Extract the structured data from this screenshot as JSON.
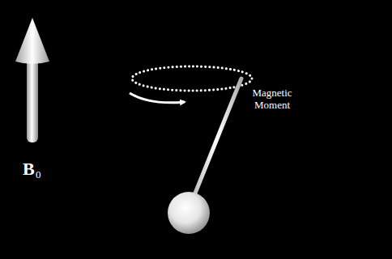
{
  "diagram": {
    "labels": [
      "B",
      "0",
      "Magnetic Moment"
    ]
  }
}
